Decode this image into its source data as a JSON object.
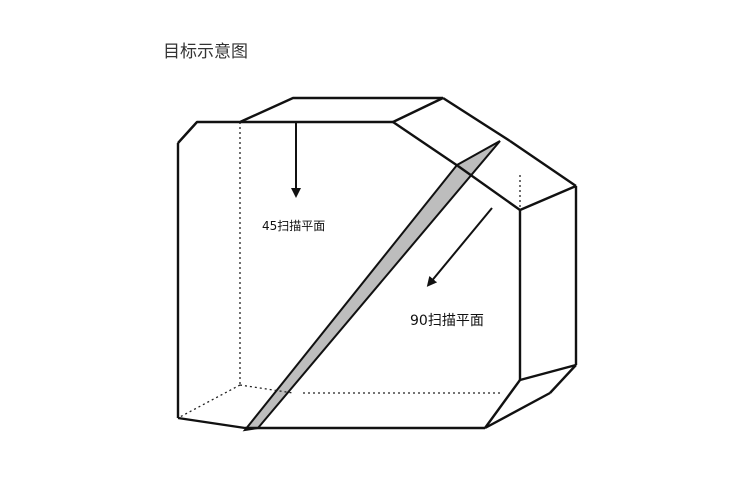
{
  "title": "目标示意图",
  "labels": {
    "scan_45": "45扫描平面",
    "scan_90": "90扫描平面"
  },
  "colors": {
    "edge": "#111111",
    "scan_plane_fill": "#bdbdbd",
    "background": "#ffffff"
  }
}
